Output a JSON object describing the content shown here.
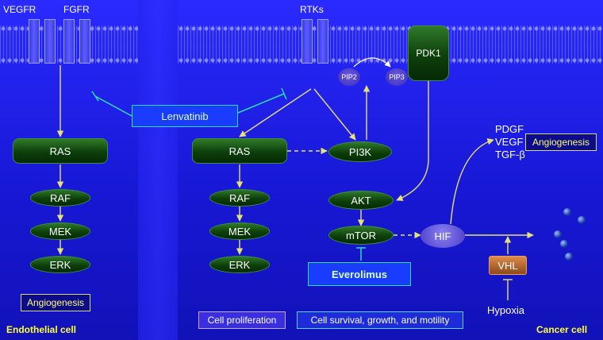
{
  "receptors": {
    "vegfr": "VEGFR",
    "fgfr": "FGFR",
    "rtks": "RTKs"
  },
  "inhibitors": {
    "lenvatinib": "Lenvatinib",
    "everolimus": "Everolimus"
  },
  "endothelial": {
    "ras": "RAS",
    "raf": "RAF",
    "mek": "MEK",
    "erk": "ERK",
    "outcome": "Angiogenesis",
    "cell_label": "Endothelial cell"
  },
  "cancer": {
    "ras": "RAS",
    "raf": "RAF",
    "mek": "MEK",
    "erk": "ERK",
    "pi3k": "PI3K",
    "pdk1": "PDK1",
    "pip2": "PIP2",
    "pip3": "PIP3",
    "akt": "AKT",
    "mtor": "mTOR",
    "hif": "HIF",
    "vhl": "VHL",
    "hypoxia": "Hypoxia",
    "pdgf": "PDGF",
    "vegf": "VEGF",
    "tgfb": "TGF-β",
    "outcome_angiogenesis": "Angiogenesis",
    "outcome_proliferation": "Cell proliferation",
    "outcome_survival": "Cell survival, growth, and motility",
    "cell_label": "Cancer cell"
  },
  "colors": {
    "background": "#1818d6",
    "node_green": "#0d3f0a",
    "arrow": "#e6e07a",
    "inhibit_line": "#2de0b0",
    "corner_text": "#ffff33",
    "vhl_orange": "#c8743a"
  }
}
